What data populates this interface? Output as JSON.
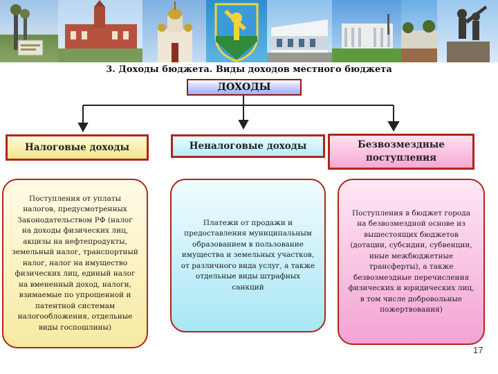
{
  "slide": {
    "heading": "3. Доходы бюджета. Виды доходов местного бюджета",
    "root_label": "ДОХОДЫ",
    "page_number": "17"
  },
  "categories": [
    {
      "title": "Налоговые доходы"
    },
    {
      "title": "Неналоговые доходы"
    },
    {
      "title": "Безвозмездные поступления"
    }
  ],
  "details": [
    {
      "text": "Поступления от уплаты налогов, предусмотренных Законодательством РФ (налог на доходы физических лиц, акцизы на нефтепродукты, земельный налог, транспортный налог, налог на имущество физических лиц, единый налог на вмененный доход, налоги, взимаемые по упрощенной и патентной системам налогообложения, отдельные виды госпошлины)"
    },
    {
      "text": "Платежи от продажи и предоставления муниципальным образованием в пользование имущества и земельных участков, от различного вида услуг, а также отдельные виды штрафных санкций"
    },
    {
      "text": "Поступления в бюджет города на безвозмездной основе из вышестоящих бюджетов (дотации, субсидии, субвенции, иные межбюджетные трансферты), а также безвозмездные перечисления физических и юридических лиц, в том числе добровольные пожертвования)"
    }
  ],
  "colors": {
    "border": "#b02419",
    "arrow": "#222222",
    "tax_fill": "#f2e58c",
    "nontax_fill": "#b6ecf8",
    "free_fill": "#f6a8d3"
  },
  "banner": {
    "photos": [
      "city-entrance-sign",
      "red-brick-building",
      "orthodox-cathedral",
      "city-coat-of-arms",
      "white-theater-building",
      "government-building",
      "construction-workers-monument"
    ]
  }
}
